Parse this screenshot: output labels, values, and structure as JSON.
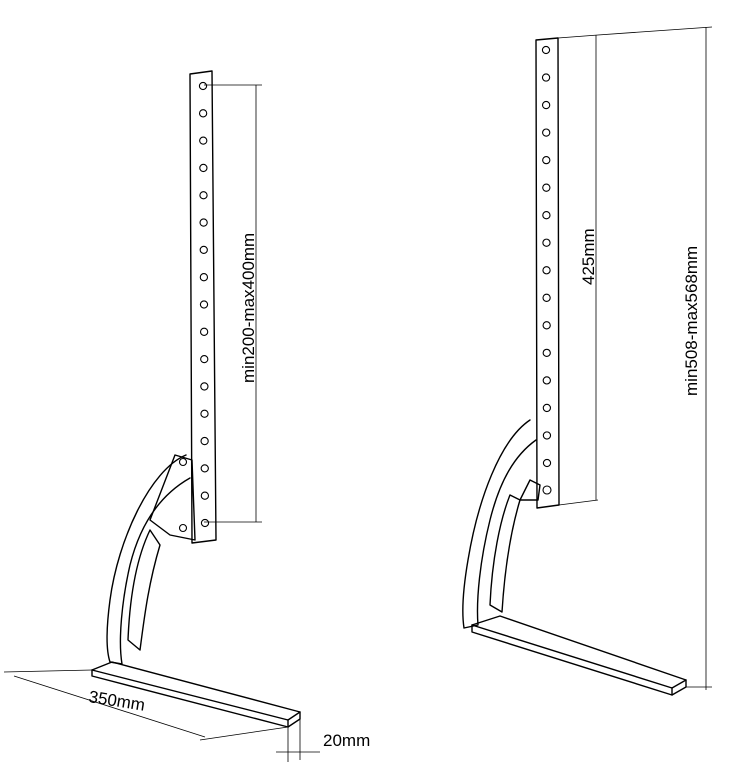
{
  "left_stand": {
    "height_label": "min200-max400mm",
    "base_length_label": "350mm",
    "base_thickness_label": "20mm"
  },
  "right_stand": {
    "column_label": "425mm",
    "height_label": "min508-max568mm"
  }
}
